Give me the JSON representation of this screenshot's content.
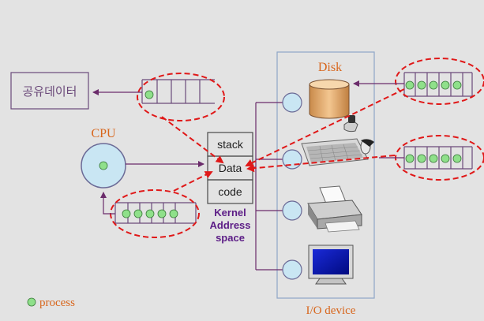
{
  "diagram": {
    "shared_data_label": "공유데이터",
    "cpu_label": "CPU",
    "disk_label": "Disk",
    "kernel_stack": "stack",
    "kernel_data": "Data",
    "kernel_code": "code",
    "kernel_caption_1": "Kernel",
    "kernel_caption_2": "Address",
    "kernel_caption_3": "space",
    "io_caption": "I/O device",
    "legend_label": "process",
    "devices": [
      "disk-icon",
      "keyboard-mouse-icon",
      "printer-icon",
      "monitor-icon"
    ],
    "queues": {
      "shared_data_queue": 1,
      "cpu_ready_queue": 5,
      "disk_queue": 5,
      "keyboard_queue": 5
    }
  },
  "colors": {
    "background": "#e3e3e3",
    "box_stroke": "#6b4a7a",
    "connector": "#6b2c6b",
    "dashed_red": "#e01818",
    "process_fill": "#8fe08a",
    "cpu_fill": "#c9e6f3",
    "label_orange": "#d8661c",
    "kernel_purple": "#5c1d86"
  }
}
